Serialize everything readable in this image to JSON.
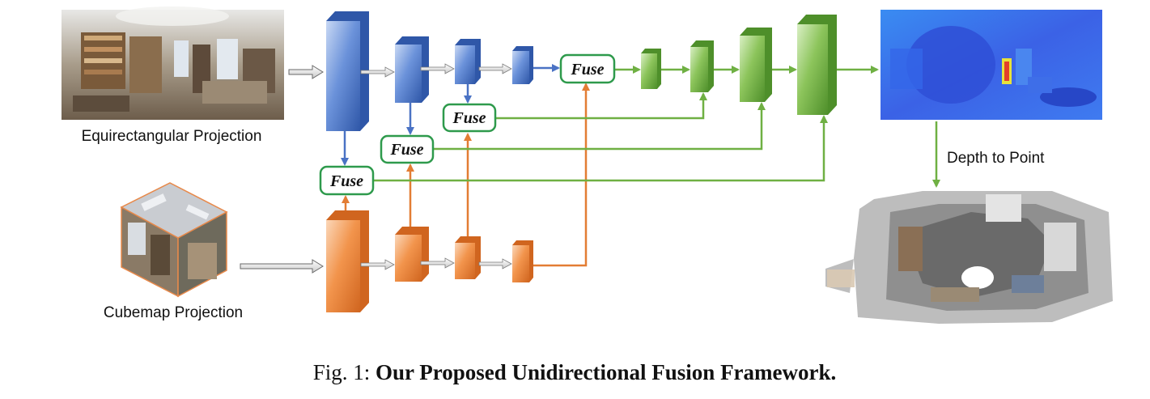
{
  "labels": {
    "equirect": "Equirectangular Projection",
    "cubemap": "Cubemap Projection",
    "depth_to_point": "Depth to Point",
    "fuse": "Fuse"
  },
  "caption": {
    "prefix": "Fig. 1:",
    "title": "Our Proposed Unidirectional Fusion Framework."
  },
  "colors": {
    "blue": "#4a72c4",
    "orange": "#e37d34",
    "green": "#6fb043",
    "fuse_border": "#2e9a4c"
  },
  "icons": {
    "panorama": "equirectangular-panorama-image",
    "cube": "cubemap-cube-image",
    "depth": "depth-map-image",
    "pointcloud": "point-cloud-image"
  }
}
